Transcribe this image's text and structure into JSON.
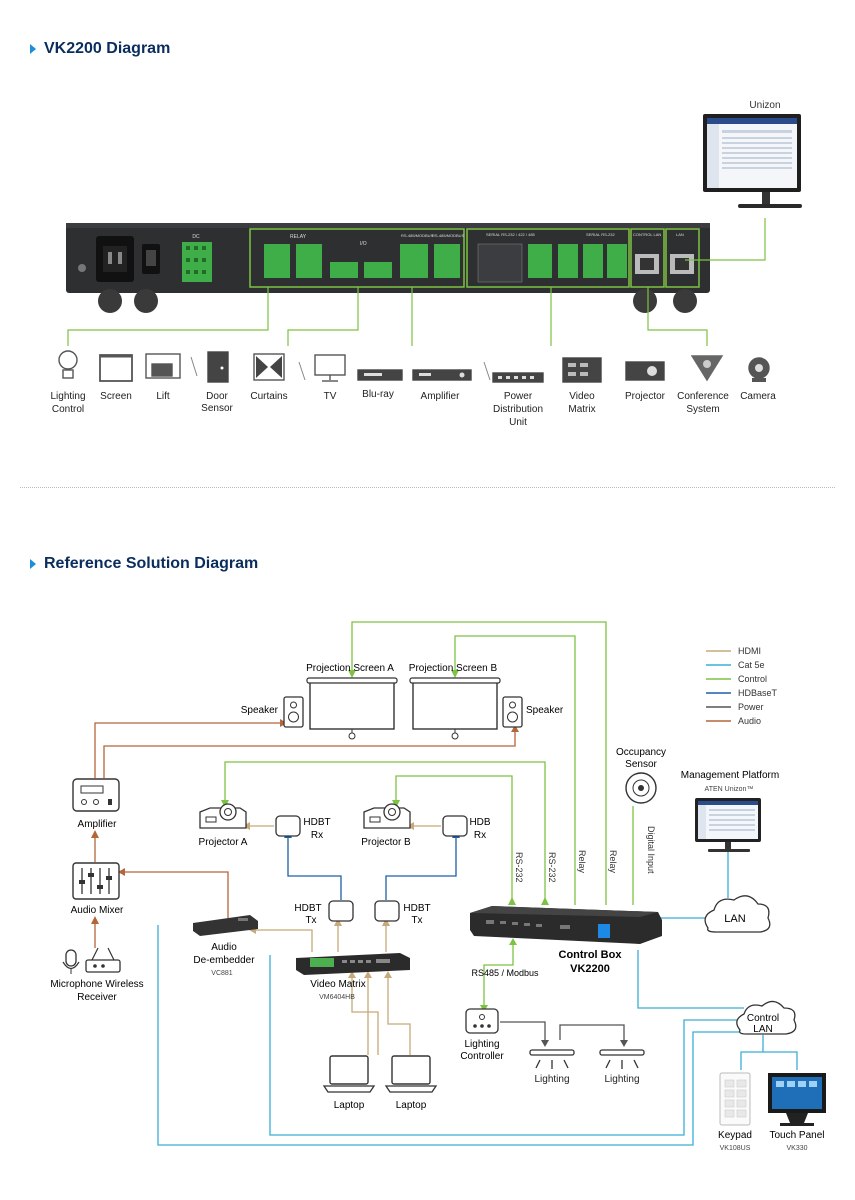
{
  "sections": {
    "vk2200_title": "VK2200 Diagram",
    "reference_title": "Reference Solution Diagram"
  },
  "top": {
    "unizon_label": "Unizon",
    "panel_labels": {
      "relay": "RELAY",
      "io": "I/O",
      "rs485_1": "RS-485/MODBUS",
      "rs485_2": "RS-485/MODBUS",
      "serial_a": "SERIAL RS-232 / 422 / 485",
      "serial_b": "SERIAL RS-232",
      "control_lan": "CONTROL LAN",
      "lan": "LAN",
      "dc": "DC"
    },
    "devices": [
      {
        "id": "lighting",
        "label1": "Lighting",
        "label2": "Control",
        "icon": "lightbulb-icon"
      },
      {
        "id": "screen",
        "label1": "Screen",
        "label2": "",
        "icon": "screen-icon"
      },
      {
        "id": "lift",
        "label1": "Lift",
        "label2": "",
        "icon": "lift-icon"
      },
      {
        "id": "door",
        "label1": "Door",
        "label2": "Sensor",
        "icon": "door-icon"
      },
      {
        "id": "curtains",
        "label1": "Curtains",
        "label2": "",
        "icon": "curtains-icon"
      },
      {
        "id": "tv",
        "label1": "TV",
        "label2": "",
        "icon": "tv-icon"
      },
      {
        "id": "bluray",
        "label1": "Blu-ray",
        "label2": "",
        "icon": "bluray-icon"
      },
      {
        "id": "amplifier",
        "label1": "Amplifier",
        "label2": "",
        "icon": "amplifier-icon"
      },
      {
        "id": "pdu",
        "label1": "Power",
        "label2": "Distribution",
        "label3": "Unit",
        "icon": "pdu-icon"
      },
      {
        "id": "matrix",
        "label1": "Video",
        "label2": "Matrix",
        "icon": "video-matrix-icon"
      },
      {
        "id": "projector",
        "label1": "Projector",
        "label2": "",
        "icon": "projector-icon"
      },
      {
        "id": "conference",
        "label1": "Conference",
        "label2": "System",
        "icon": "conference-icon"
      },
      {
        "id": "camera",
        "label1": "Camera",
        "label2": "",
        "icon": "camera-icon"
      }
    ]
  },
  "legend": [
    {
      "label": "HDMI",
      "color": "#c7a97a"
    },
    {
      "label": "Cat 5e",
      "color": "#3aaed8"
    },
    {
      "label": "Control",
      "color": "#7dc242"
    },
    {
      "label": "HDBaseT",
      "color": "#1f5fa8"
    },
    {
      "label": "Power",
      "color": "#555555"
    },
    {
      "label": "Audio",
      "color": "#b5653a"
    }
  ],
  "ref": {
    "projection_screen_a": "Projection Screen A",
    "projection_screen_b": "Projection Screen B",
    "speaker_left": "Speaker",
    "speaker_right": "Speaker",
    "amplifier": "Amplifier",
    "audio_mixer": "Audio Mixer",
    "mic_receiver1": "Microphone Wireless",
    "mic_receiver2": "Receiver",
    "projector_a": "Projector A",
    "projector_b": "Projector B",
    "hdbt_rx_a1": "HDBT",
    "hdbt_rx_a2": "Rx",
    "hdbt_rx_b1": "HDB",
    "hdbt_rx_b2": "Rx",
    "hdbt_tx_a1": "HDBT",
    "hdbt_tx_a2": "Tx",
    "hdbt_tx_b1": "HDBT",
    "hdbt_tx_b2": "Tx",
    "audio_de1": "Audio",
    "audio_de2": "De-embedder",
    "audio_de_model": "VC881",
    "video_matrix": "Video Matrix",
    "video_matrix_model": "VM6404HB",
    "laptop1": "Laptop",
    "laptop2": "Laptop",
    "rs232_1": "RS-232",
    "rs232_2": "RS-232",
    "relay1": "Relay",
    "relay2": "Relay",
    "digital_input": "Digital Input",
    "occupancy1": "Occupancy",
    "occupancy2": "Sensor",
    "mgmt_platform": "Management Platform",
    "mgmt_sub": "ATEN Unizon™",
    "lan": "LAN",
    "control_box1": "Control Box",
    "control_box2": "VK2200",
    "rs485": "RS485 / Modbus",
    "lighting_controller1": "Lighting",
    "lighting_controller2": "Controller",
    "lighting1": "Lighting",
    "lighting2": "Lighting",
    "control_lan1": "Control",
    "control_lan2": "LAN",
    "keypad": "Keypad",
    "keypad_model": "VK108US",
    "touch_panel": "Touch Panel",
    "touch_panel_model": "VK330"
  }
}
